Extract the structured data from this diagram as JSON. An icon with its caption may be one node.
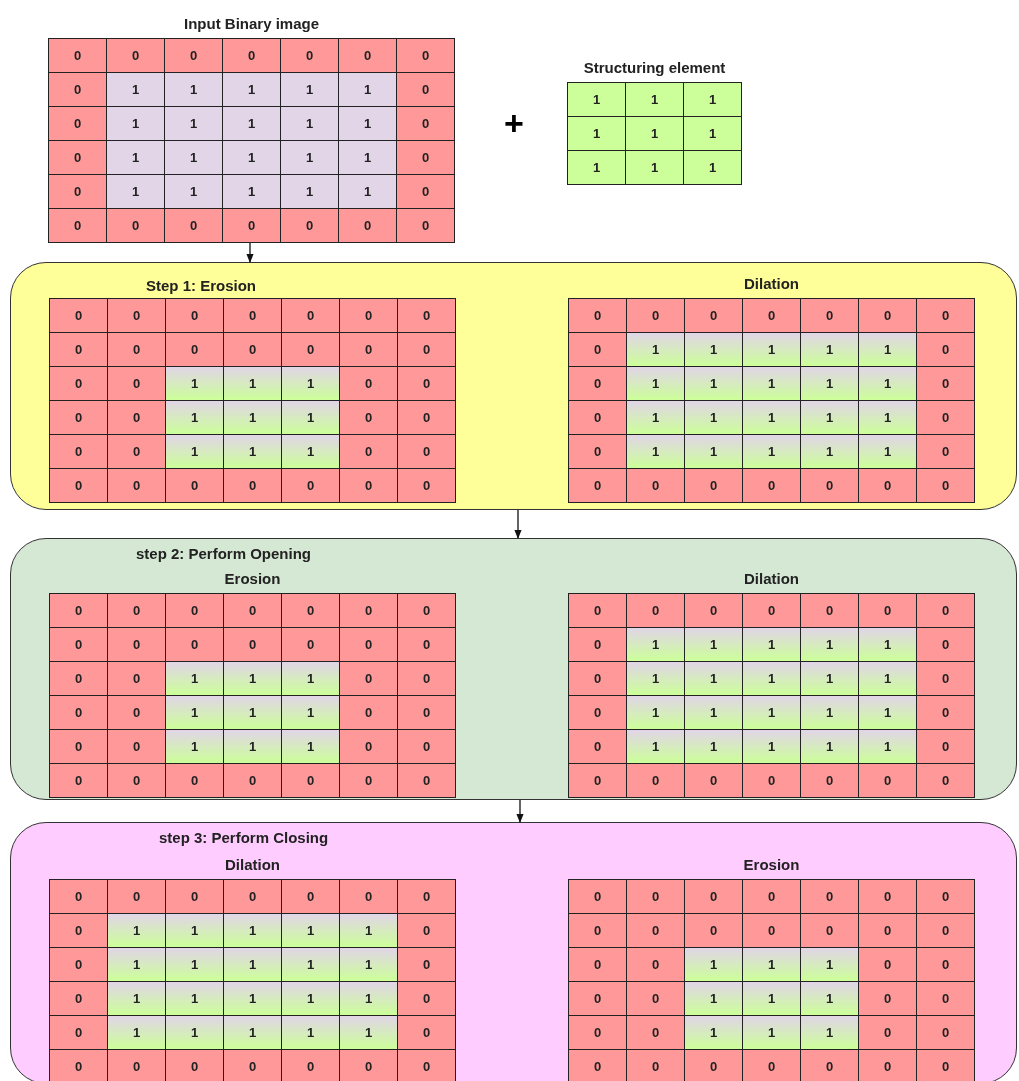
{
  "diagram": {
    "nodes": [
      {
        "text": [
          "Input Binary image",
          "0",
          "0",
          "0",
          "0",
          "0",
          "0",
          "0",
          "0",
          "1",
          "1",
          "1",
          "1",
          "1",
          "0",
          "0",
          "1",
          "1",
          "1",
          "1",
          "1",
          "0",
          "0",
          "1",
          "1",
          "1",
          "1",
          "1",
          "0",
          "0",
          "1",
          "1",
          "1",
          "1",
          "1",
          "0",
          "0",
          "0",
          "0",
          "0",
          "0",
          "0",
          "0"
        ]
      },
      {
        "text": [
          "Structuring element",
          "1",
          "1",
          "1",
          "1",
          "1",
          "1",
          "1",
          "1",
          "1"
        ]
      },
      {
        "text": [
          "Step 1:  Erosion"
        ]
      },
      {
        "text": [
          "0",
          "0",
          "0",
          "0",
          "0",
          "0",
          "0",
          "0",
          "0",
          "0",
          "0",
          "0",
          "0",
          "0",
          "0",
          "0",
          "1",
          "1",
          "1",
          "0",
          "0",
          "0",
          "0",
          "1",
          "1",
          "1",
          "0",
          "0",
          "0",
          "0",
          "1",
          "1",
          "1",
          "0",
          "0",
          "0",
          "0",
          "0",
          "0",
          "0",
          "0",
          "0"
        ],
        "in": 2
      },
      {
        "text": [
          "Dilation",
          "0",
          "0",
          "0",
          "0",
          "0",
          "0",
          "0",
          "0",
          "1",
          "1",
          "1",
          "1",
          "1",
          "0",
          "0",
          "1",
          "1",
          "1",
          "1",
          "1",
          "0",
          "0",
          "1",
          "1",
          "1",
          "1",
          "1",
          "0",
          "0",
          "1",
          "1",
          "1",
          "1",
          "1",
          "0",
          "0",
          "0",
          "0",
          "0",
          "0",
          "0",
          "0"
        ],
        "in": 2
      },
      {
        "text": [
          "step 2: Perform Opening"
        ]
      },
      {
        "text": [
          "Erosion",
          "0",
          "0",
          "0",
          "0",
          "0",
          "0",
          "0",
          "0",
          "0",
          "0",
          "0",
          "0",
          "0",
          "0",
          "0",
          "0",
          "1",
          "1",
          "1",
          "0",
          "0",
          "0",
          "0",
          "1",
          "1",
          "1",
          "0",
          "0",
          "0",
          "0",
          "1",
          "1",
          "1",
          "0",
          "0",
          "0",
          "0",
          "0",
          "0",
          "0",
          "0",
          "0"
        ],
        "in": 5
      },
      {
        "text": [
          "Dilation",
          "0",
          "0",
          "0",
          "0",
          "0",
          "0",
          "0",
          "0",
          "1",
          "1",
          "1",
          "1",
          "1",
          "0",
          "0",
          "1",
          "1",
          "1",
          "1",
          "1",
          "0",
          "0",
          "1",
          "1",
          "1",
          "1",
          "1",
          "0",
          "0",
          "1",
          "1",
          "1",
          "1",
          "1",
          "0",
          "0",
          "0",
          "0",
          "0",
          "0",
          "0",
          "0"
        ],
        "in": 5
      },
      {
        "text": [
          "step 3: Perform Closing"
        ]
      },
      {
        "text": [
          "Dilation",
          "0",
          "0",
          "0",
          "0",
          "0",
          "0",
          "0",
          "0",
          "1",
          "1",
          "1",
          "1",
          "1",
          "0",
          "0",
          "1",
          "1",
          "1",
          "1",
          "1",
          "0",
          "0",
          "1",
          "1",
          "1",
          "1",
          "1",
          "0",
          "0",
          "1",
          "1",
          "1",
          "1",
          "1",
          "0",
          "0",
          "0",
          "0",
          "0",
          "0",
          "0",
          "0"
        ],
        "in": 8
      },
      {
        "text": [
          "Erosion",
          "0",
          "0",
          "0",
          "0",
          "0",
          "0",
          "0",
          "0",
          "0",
          "0",
          "0",
          "0",
          "0",
          "0",
          "0",
          "0",
          "1",
          "1",
          "1",
          "0",
          "0",
          "0",
          "0",
          "1",
          "1",
          "1",
          "0",
          "0",
          "0",
          "0",
          "1",
          "1",
          "1",
          "0",
          "0",
          "0",
          "0",
          "0",
          "0",
          "0",
          "0",
          "0"
        ],
        "in": 8
      }
    ],
    "edges": [
      {
        "from": 0,
        "to": 2,
        "arrow": "to"
      },
      {
        "from": 2,
        "to": 5,
        "arrow": "to"
      },
      {
        "from": 5,
        "to": 8,
        "arrow": "to"
      }
    ],
    "labels": [
      "+"
    ]
  }
}
